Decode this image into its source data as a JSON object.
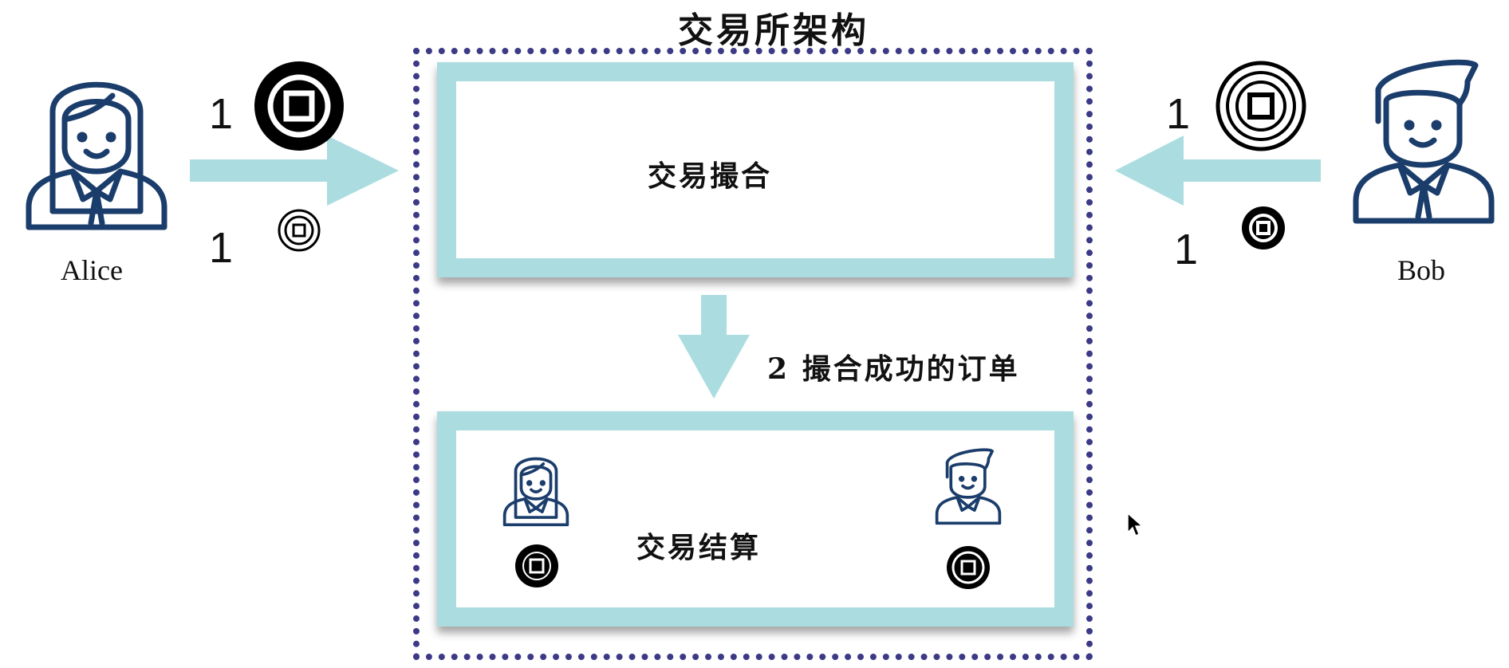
{
  "title": "交易所架构",
  "boxes": {
    "matching": {
      "label": "交易撮合"
    },
    "settlement": {
      "label": "交易结算"
    }
  },
  "flow_label": "2 撮合成功的订单",
  "alice": {
    "name": "Alice",
    "top_amount": "1",
    "bottom_amount": "1"
  },
  "bob": {
    "name": "Bob",
    "top_amount": "1",
    "bottom_amount": "1"
  },
  "colors": {
    "arrow": "#abdde0",
    "box_border": "#abdde0",
    "frame_dots": "#3c3a86",
    "person_stroke": "#1b3d6b"
  },
  "icons": [
    "person-female-icon",
    "person-male-icon",
    "coin-icon",
    "arrow-right-icon",
    "arrow-left-icon",
    "arrow-down-icon",
    "cursor-icon"
  ]
}
